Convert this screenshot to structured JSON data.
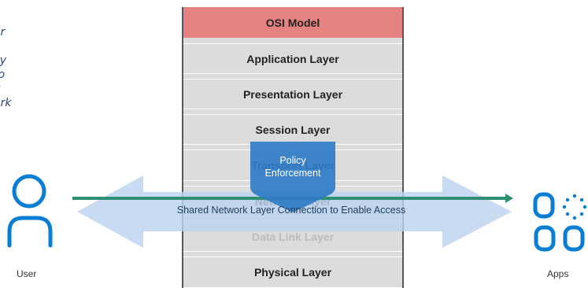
{
  "left_note": "er\n\ncy\nto\ng\nork",
  "osi_model": {
    "title": "OSI Model",
    "layers": [
      "Application Layer",
      "Presentation Layer",
      "Session Layer",
      "Transport Layer",
      "Network Layer",
      "Data Link Layer",
      "Physical Layer"
    ]
  },
  "policy": {
    "line1": "Policy",
    "line2": "Enforcement"
  },
  "connection_label": "Shared Network Layer Connection to Enable Access",
  "user_label": "User",
  "apps_label": "Apps",
  "icons": {
    "user": "user-icon",
    "apps": "apps-grid-icon"
  },
  "colors": {
    "header": "#e48181",
    "layer": "#dcdcdc",
    "shield": "#2f7cc6",
    "arrow": "#bcd3ef",
    "line": "#2f8f72",
    "icon": "#0a7ed2"
  }
}
